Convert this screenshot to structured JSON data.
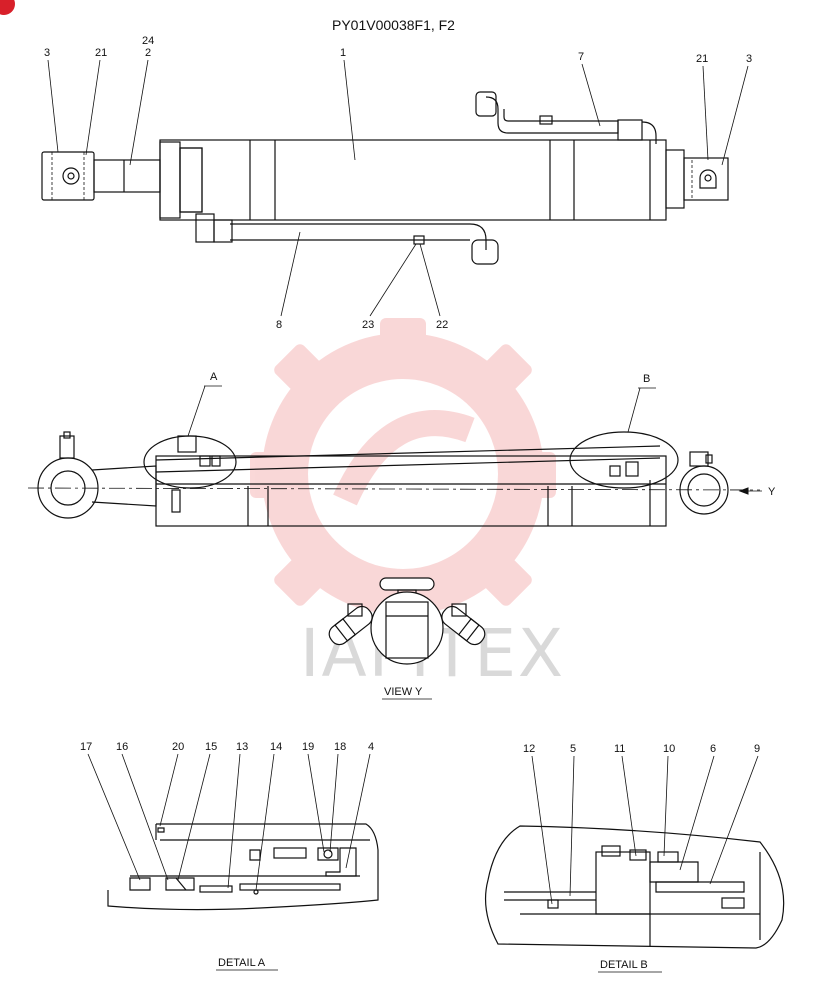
{
  "title": "PY01V00038F1, F2",
  "top_view": {
    "part_labels": [
      "3",
      "21",
      "24",
      "2",
      "1",
      "7",
      "21",
      "3",
      "8",
      "23",
      "22"
    ]
  },
  "side_view": {
    "detail_markers": [
      "A",
      "B"
    ],
    "view_arrow_label": "Y"
  },
  "view_y": {
    "caption": "VIEW  Y"
  },
  "detail_a": {
    "caption": "DETAIL  A",
    "part_labels": [
      "17",
      "16",
      "20",
      "15",
      "13",
      "14",
      "19",
      "18",
      "4"
    ]
  },
  "detail_b": {
    "caption": "DETAIL  B",
    "part_labels": [
      "12",
      "5",
      "11",
      "10",
      "6",
      "9"
    ]
  },
  "watermark": {
    "text": "IAPITEX",
    "color": "#f3a5a5"
  },
  "corner_badge_color": "#d8202a"
}
